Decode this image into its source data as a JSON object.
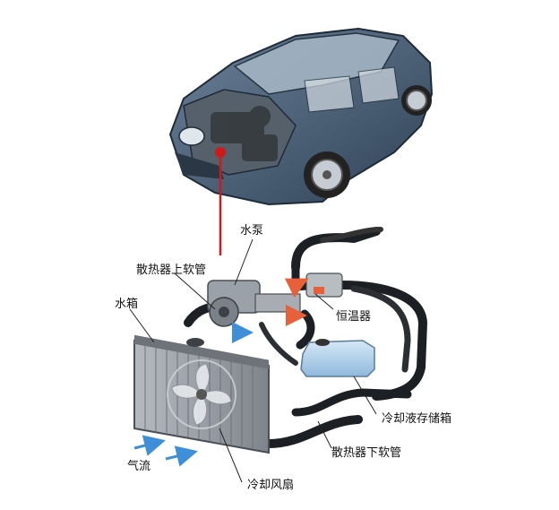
{
  "labels": {
    "water_pump": "水泵",
    "upper_hose": "散热器上软管",
    "radiator_tank": "水箱",
    "thermostat": "恒温器",
    "coolant_reservoir": "冷却液存储箱",
    "lower_hose": "散热器下软管",
    "airflow": "气流",
    "cooling_fan": "冷却风扇"
  },
  "colors": {
    "car_body": "#3f566e",
    "hose": "#1c1f24",
    "radiator": "#8a8f96",
    "pointer": "#cc1b1b",
    "hot": "#e8603a",
    "cool": "#3f8fd8",
    "reservoir": "#a9cbe8"
  }
}
